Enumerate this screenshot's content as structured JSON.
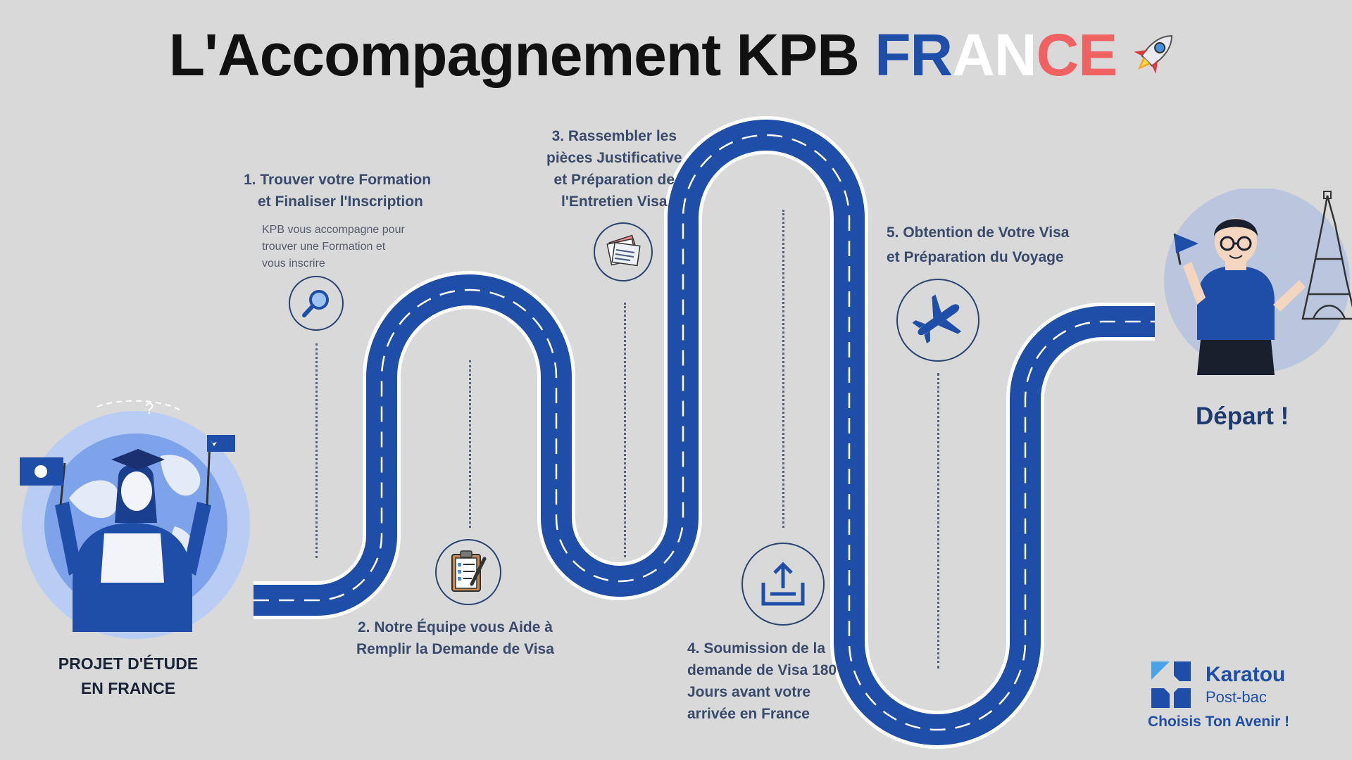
{
  "title": {
    "main": "L'Accompagnement KPB ",
    "fr_part1": "FR",
    "fr_part2": "AN",
    "fr_part3": "CE"
  },
  "colors": {
    "road": "#1e4ea8",
    "flag_blue": "#1e4ea8",
    "flag_white": "#ffffff",
    "flag_red": "#f06262",
    "text_dark": "#3a4a6b"
  },
  "start": {
    "label_line1": "PROJET D'ÉTUDE",
    "label_line2": "EN FRANCE"
  },
  "steps": [
    {
      "line1": "1. Trouver votre Formation",
      "line2": "et Finaliser l'Inscription",
      "desc1": "KPB vous accompagne pour",
      "desc2": "trouver une Formation et",
      "desc3": "vous inscrire",
      "icon": "magnifier-icon"
    },
    {
      "line1": "2. Notre Équipe vous Aide à",
      "line2": "Remplir la Demande de Visa",
      "icon": "clipboard-icon"
    },
    {
      "line1": "3. Rassembler les",
      "line2": "pièces Justificative",
      "line3": "et Préparation de",
      "line4": "l'Entretien Visa",
      "icon": "documents-icon"
    },
    {
      "line1": "4. Soumission de la",
      "line2": "demande de Visa 180",
      "line3": "Jours avant votre",
      "line4": "arrivée en France",
      "icon": "upload-icon"
    },
    {
      "line1": "5. Obtention de Votre Visa",
      "line2": "et Préparation du Voyage",
      "icon": "airplane-icon"
    }
  ],
  "end": {
    "label": "Départ !"
  },
  "logo": {
    "name": "Karatou",
    "sub": "Post-bac",
    "tagline": "Choisis Ton Avenir !"
  }
}
